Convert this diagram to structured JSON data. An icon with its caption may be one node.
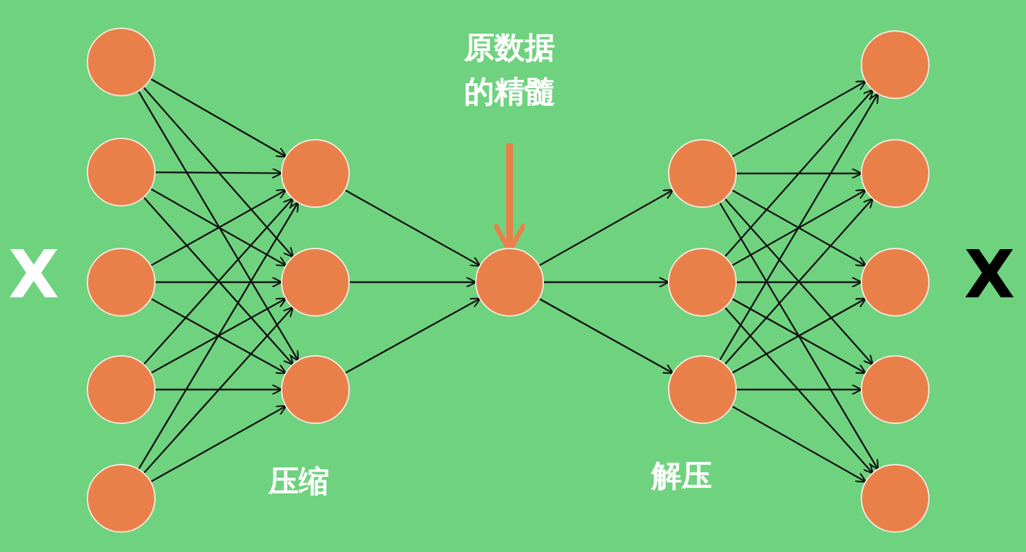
{
  "diagram": {
    "nodes": [
      {
        "text": [],
        "shape": "circle"
      },
      {
        "text": [],
        "shape": "circle"
      },
      {
        "text": [],
        "shape": "circle"
      },
      {
        "text": [],
        "shape": "circle"
      },
      {
        "text": [],
        "shape": "circle"
      },
      {
        "text": [],
        "shape": "circle"
      },
      {
        "text": [],
        "shape": "circle"
      },
      {
        "text": [],
        "shape": "circle"
      },
      {
        "text": [],
        "shape": "circle"
      },
      {
        "text": [],
        "shape": "circle"
      },
      {
        "text": [],
        "shape": "circle"
      },
      {
        "text": [],
        "shape": "circle"
      },
      {
        "text": [],
        "shape": "circle"
      },
      {
        "text": [],
        "shape": "circle"
      },
      {
        "text": [],
        "shape": "circle"
      },
      {
        "text": [],
        "shape": "circle"
      },
      {
        "text": [],
        "shape": "circle"
      },
      {
        "text": [
          "原数据的精髓"
        ]
      }
    ],
    "edges": [
      {
        "from": 0,
        "to": 5,
        "arrow": "to"
      },
      {
        "from": 0,
        "to": 6,
        "arrow": "to"
      },
      {
        "from": 0,
        "to": 7,
        "arrow": "to"
      },
      {
        "from": 1,
        "to": 5,
        "arrow": "to"
      },
      {
        "from": 1,
        "to": 6,
        "arrow": "to"
      },
      {
        "from": 1,
        "to": 7,
        "arrow": "to"
      },
      {
        "from": 2,
        "to": 5,
        "arrow": "to"
      },
      {
        "from": 2,
        "to": 6,
        "arrow": "to"
      },
      {
        "from": 2,
        "to": 7,
        "arrow": "to"
      },
      {
        "from": 3,
        "to": 5,
        "arrow": "to"
      },
      {
        "from": 3,
        "to": 6,
        "arrow": "to"
      },
      {
        "from": 3,
        "to": 7,
        "arrow": "to"
      },
      {
        "from": 4,
        "to": 5,
        "arrow": "to"
      },
      {
        "from": 4,
        "to": 6,
        "arrow": "to"
      },
      {
        "from": 4,
        "to": 7,
        "arrow": "to"
      },
      {
        "from": 5,
        "to": 8,
        "arrow": "to"
      },
      {
        "from": 6,
        "to": 8,
        "arrow": "to"
      },
      {
        "from": 7,
        "to": 8,
        "arrow": "to"
      },
      {
        "from": 8,
        "to": 9,
        "arrow": "to"
      },
      {
        "from": 8,
        "to": 10,
        "arrow": "to"
      },
      {
        "from": 8,
        "to": 11,
        "arrow": "to"
      },
      {
        "from": 9,
        "to": 12,
        "arrow": "to"
      },
      {
        "from": 9,
        "to": 13,
        "arrow": "to"
      },
      {
        "from": 9,
        "to": 14,
        "arrow": "to"
      },
      {
        "from": 9,
        "to": 15,
        "arrow": "to"
      },
      {
        "from": 9,
        "to": 16,
        "arrow": "to"
      },
      {
        "from": 10,
        "to": 12,
        "arrow": "to"
      },
      {
        "from": 10,
        "to": 13,
        "arrow": "to"
      },
      {
        "from": 10,
        "to": 14,
        "arrow": "to"
      },
      {
        "from": 10,
        "to": 15,
        "arrow": "to"
      },
      {
        "from": 10,
        "to": 16,
        "arrow": "to"
      },
      {
        "from": 11,
        "to": 12,
        "arrow": "to"
      },
      {
        "from": 11,
        "to": 13,
        "arrow": "to"
      },
      {
        "from": 11,
        "to": 14,
        "arrow": "to"
      },
      {
        "from": 11,
        "to": 15,
        "arrow": "to"
      },
      {
        "from": 11,
        "to": 16,
        "arrow": "to"
      },
      {
        "from": 17,
        "to": 8,
        "arrow": "to",
        "style": "thick",
        "color": "#e8804a"
      }
    ],
    "labels": [
      "X",
      "X",
      "压缩",
      "解压"
    ]
  }
}
